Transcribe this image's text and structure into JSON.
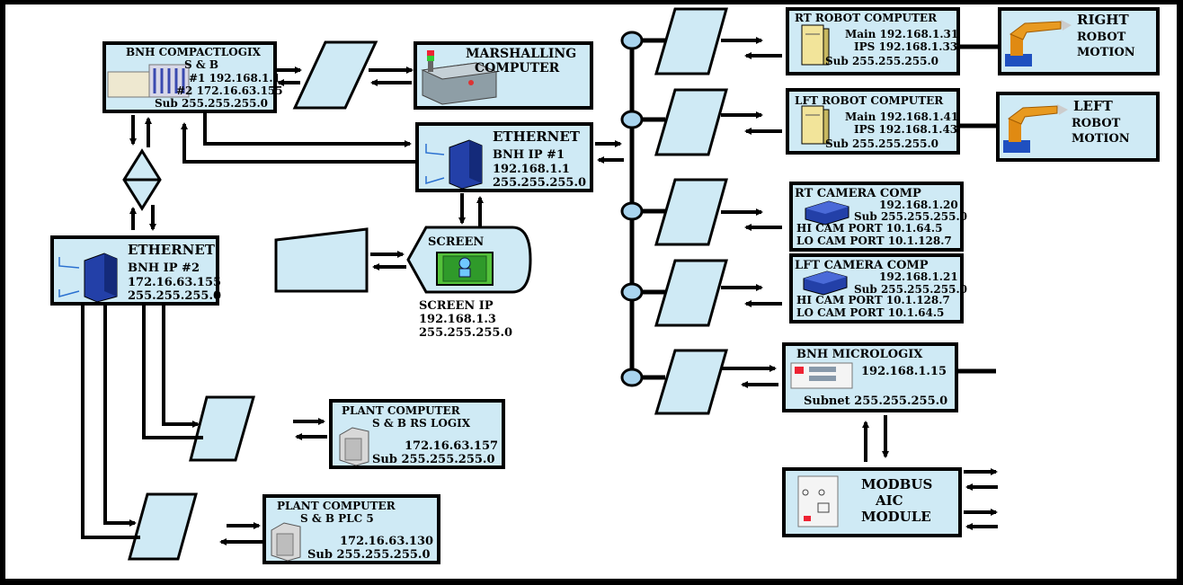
{
  "compactlogix": {
    "title": "BNH COMPACTLOGIX",
    "line1": "S & B",
    "line2": "#1 192.168.1.1",
    "line3": "#2 172.16.63.155",
    "line4": "Sub 255.255.255.0"
  },
  "marshalling": {
    "line1": "MARSHALLING",
    "line2": "COMPUTER"
  },
  "ethernet1": {
    "title": "ETHERNET",
    "line1": "BNH   IP #1",
    "line2": "192.168.1.1",
    "line3": "255.255.255.0"
  },
  "ethernet2": {
    "title": "ETHERNET",
    "line1": "BNH   IP #2",
    "line2": "172.16.63.155",
    "line3": "255.255.255.0"
  },
  "screen": {
    "title": "SCREEN",
    "ip_label": "SCREEN IP",
    "ip": "192.168.1.3",
    "mask": "255.255.255.0"
  },
  "rt_robot": {
    "title": "RT ROBOT COMPUTER",
    "main": "Main 192.168.1.31",
    "ips": "IPS 192.168.1.33",
    "sub": "Sub 255.255.255.0"
  },
  "right_motion": {
    "line1": "RIGHT",
    "line2": "ROBOT",
    "line3": "MOTION"
  },
  "lft_robot": {
    "title": "LFT ROBOT COMPUTER",
    "main": "Main 192.168.1.41",
    "ips": "IPS 192.168.1.43",
    "sub": "Sub 255.255.255.0"
  },
  "left_motion": {
    "line1": "LEFT",
    "line2": "ROBOT",
    "line3": "MOTION"
  },
  "rt_camera": {
    "title": "RT CAMERA COMP",
    "ip": "192.168.1.20",
    "sub": "Sub 255.255.255.0",
    "hi": "HI CAM PORT 10.1.64.5",
    "lo": "LO CAM PORT 10.1.128.7"
  },
  "lft_camera": {
    "title": "LFT CAMERA COMP",
    "ip": "192.168.1.21",
    "sub": "Sub 255.255.255.0",
    "hi": "HI CAM PORT 10.1.128.7",
    "lo": "LO CAM PORT 10.1.64.5"
  },
  "micrologix": {
    "title": "BNH  MICROLOGIX",
    "ip": "192.168.1.15",
    "sub": "Subnet 255.255.255.0"
  },
  "modbus": {
    "line1": "MODBUS",
    "line2": "AIC",
    "line3": "MODULE"
  },
  "plant_rslogix": {
    "title": "PLANT COMPUTER",
    "line1": "S & B   RS LOGIX",
    "ip": "172.16.63.157",
    "sub": "Sub 255.255.255.0"
  },
  "plant_plc5": {
    "title": "PLANT COMPUTER",
    "line1": "S & B   PLC 5",
    "ip": "172.16.63.130",
    "sub": "Sub 255.255.255.0"
  },
  "colors": {
    "box_fill": "#cfeaf5",
    "bus_node": "#a9d4ee",
    "background": "#000000"
  }
}
